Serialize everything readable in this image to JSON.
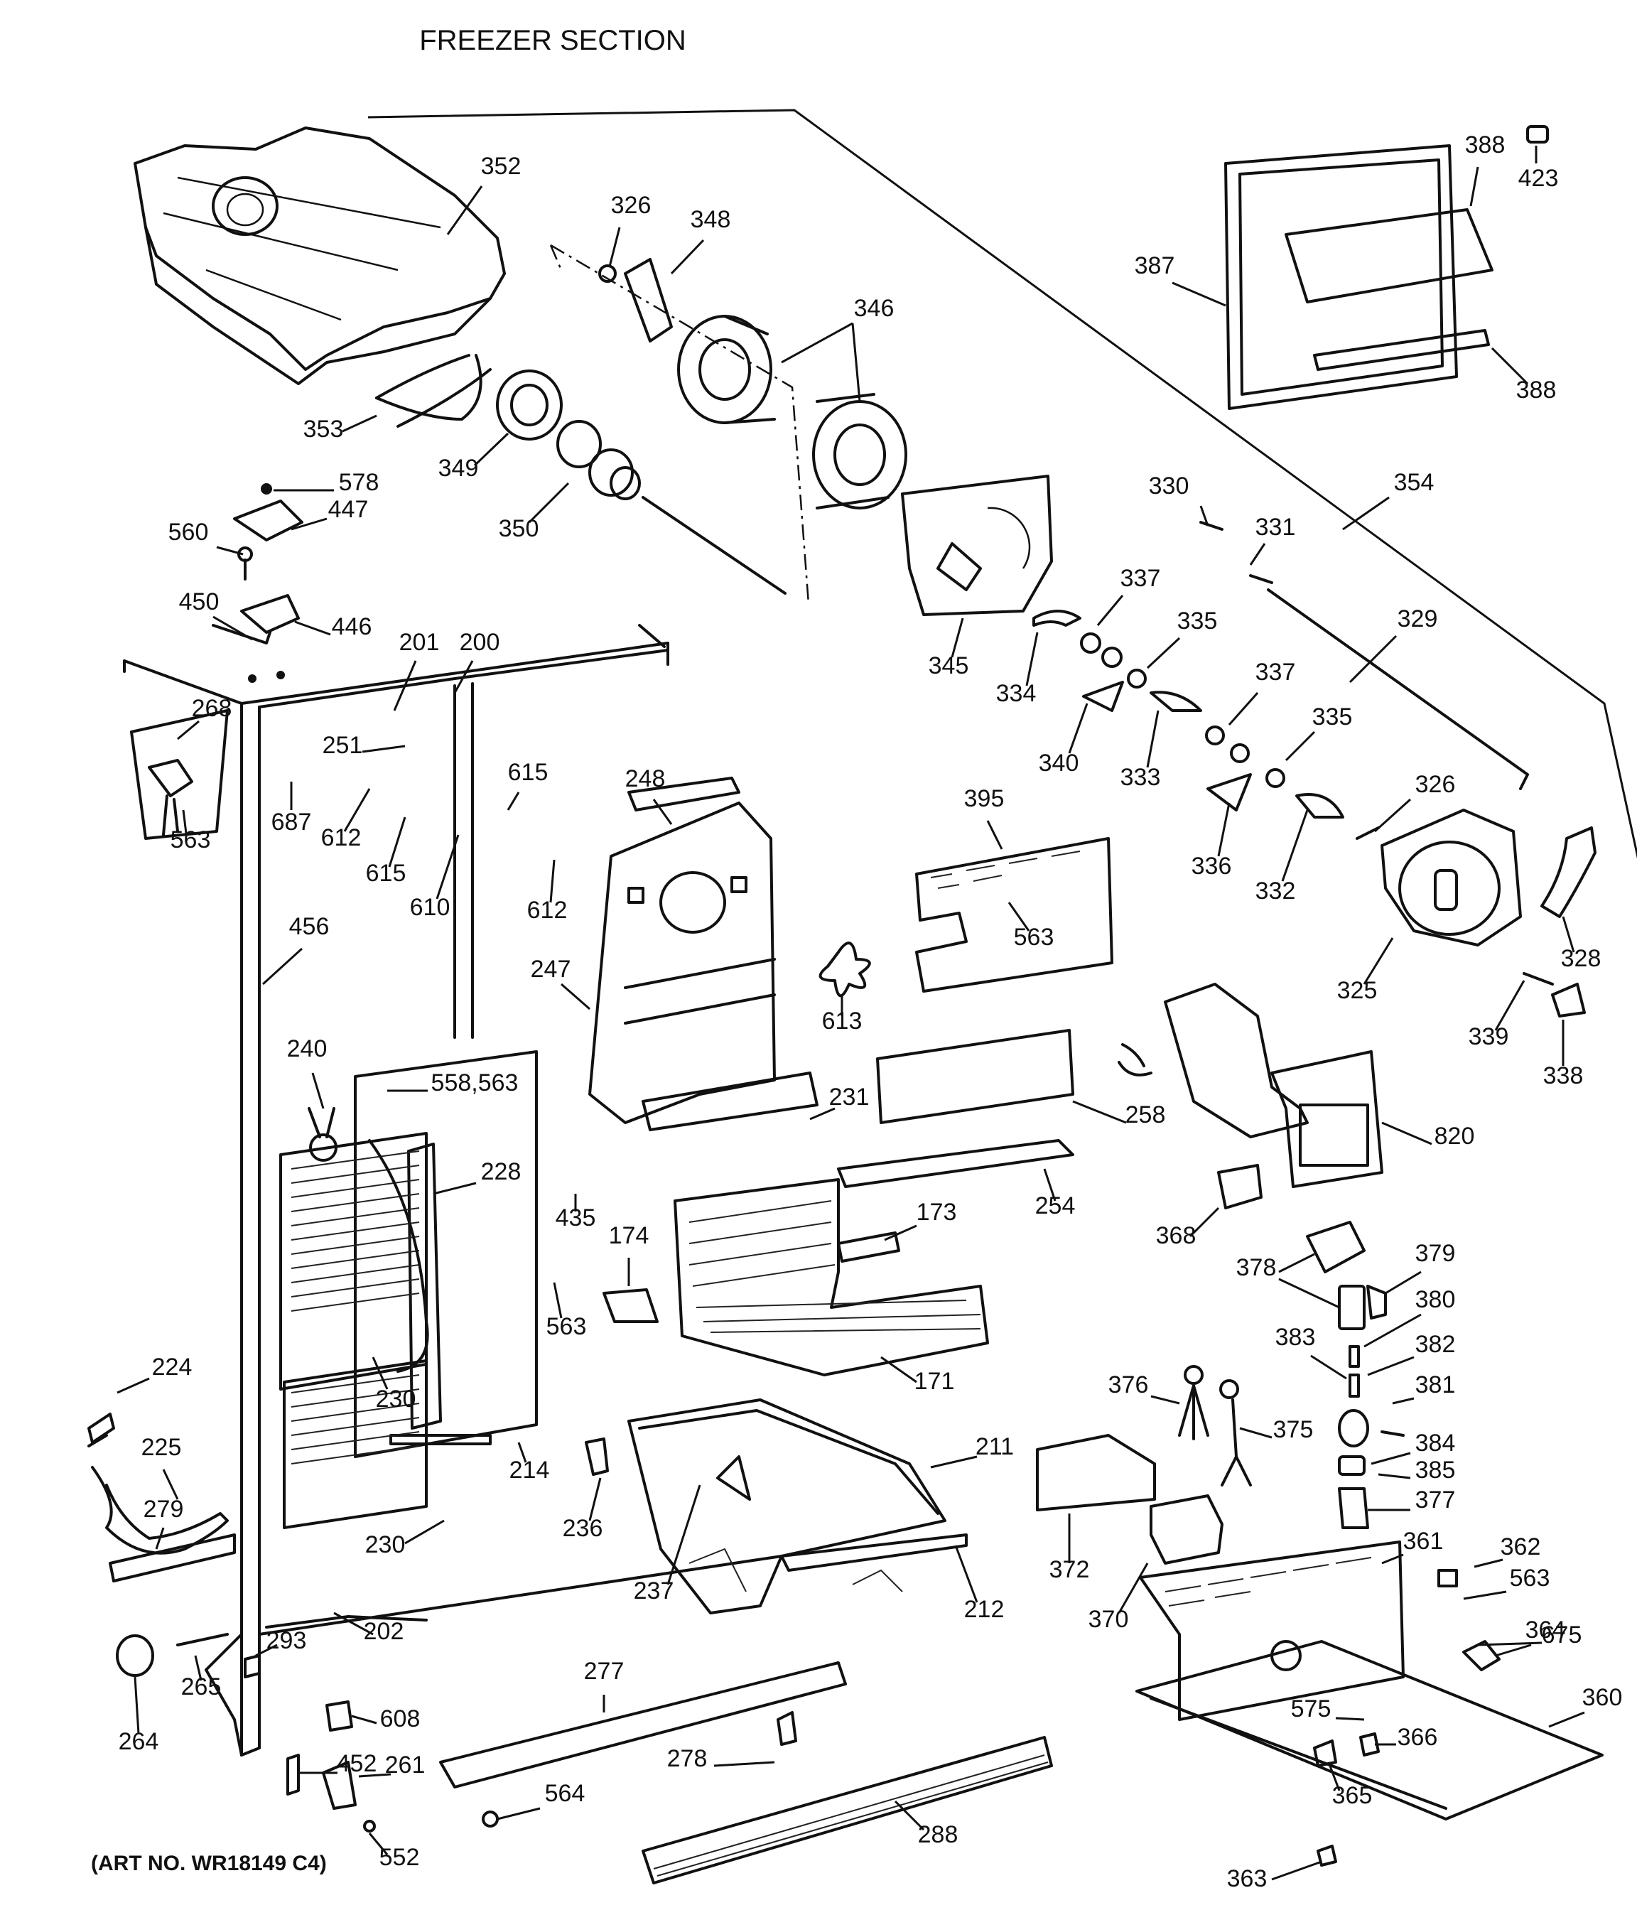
{
  "title": "FREEZER SECTION",
  "art_number": "(ART NO. WR18149 C4)",
  "callouts": [
    {
      "id": "352",
      "text": "352"
    },
    {
      "id": "326a",
      "text": "326"
    },
    {
      "id": "348",
      "text": "348"
    },
    {
      "id": "346",
      "text": "346"
    },
    {
      "id": "388a",
      "text": "388"
    },
    {
      "id": "423",
      "text": "423"
    },
    {
      "id": "387",
      "text": "387"
    },
    {
      "id": "388b",
      "text": "388"
    },
    {
      "id": "353",
      "text": "353"
    },
    {
      "id": "349",
      "text": "349"
    },
    {
      "id": "350",
      "text": "350"
    },
    {
      "id": "578",
      "text": "578"
    },
    {
      "id": "447",
      "text": "447"
    },
    {
      "id": "560",
      "text": "560"
    },
    {
      "id": "450",
      "text": "450"
    },
    {
      "id": "446",
      "text": "446"
    },
    {
      "id": "330",
      "text": "330"
    },
    {
      "id": "354",
      "text": "354"
    },
    {
      "id": "331",
      "text": "331"
    },
    {
      "id": "337a",
      "text": "337"
    },
    {
      "id": "335a",
      "text": "335"
    },
    {
      "id": "329",
      "text": "329"
    },
    {
      "id": "345",
      "text": "345"
    },
    {
      "id": "334",
      "text": "334"
    },
    {
      "id": "337b",
      "text": "337"
    },
    {
      "id": "335b",
      "text": "335"
    },
    {
      "id": "340",
      "text": "340"
    },
    {
      "id": "333",
      "text": "333"
    },
    {
      "id": "326b",
      "text": "326"
    },
    {
      "id": "336",
      "text": "336"
    },
    {
      "id": "332",
      "text": "332"
    },
    {
      "id": "325",
      "text": "325"
    },
    {
      "id": "328",
      "text": "328"
    },
    {
      "id": "339",
      "text": "339"
    },
    {
      "id": "338",
      "text": "338"
    },
    {
      "id": "201",
      "text": "201"
    },
    {
      "id": "200",
      "text": "200"
    },
    {
      "id": "268",
      "text": "268"
    },
    {
      "id": "563a",
      "text": "563"
    },
    {
      "id": "251",
      "text": "251"
    },
    {
      "id": "687",
      "text": "687"
    },
    {
      "id": "612a",
      "text": "612"
    },
    {
      "id": "615a",
      "text": "615"
    },
    {
      "id": "615b",
      "text": "615"
    },
    {
      "id": "610",
      "text": "610"
    },
    {
      "id": "612b",
      "text": "612"
    },
    {
      "id": "248",
      "text": "248"
    },
    {
      "id": "395",
      "text": "395"
    },
    {
      "id": "563b",
      "text": "563"
    },
    {
      "id": "456",
      "text": "456"
    },
    {
      "id": "247",
      "text": "247"
    },
    {
      "id": "613",
      "text": "613"
    },
    {
      "id": "240",
      "text": "240"
    },
    {
      "id": "558_563",
      "text": "558,563"
    },
    {
      "id": "231",
      "text": "231"
    },
    {
      "id": "258",
      "text": "258"
    },
    {
      "id": "820",
      "text": "820"
    },
    {
      "id": "228",
      "text": "228"
    },
    {
      "id": "435",
      "text": "435"
    },
    {
      "id": "254",
      "text": "254"
    },
    {
      "id": "368",
      "text": "368"
    },
    {
      "id": "174",
      "text": "174"
    },
    {
      "id": "173",
      "text": "173"
    },
    {
      "id": "378",
      "text": "378"
    },
    {
      "id": "379",
      "text": "379"
    },
    {
      "id": "563c",
      "text": "563"
    },
    {
      "id": "380",
      "text": "380"
    },
    {
      "id": "224",
      "text": "224"
    },
    {
      "id": "230a",
      "text": "230"
    },
    {
      "id": "171",
      "text": "171"
    },
    {
      "id": "376",
      "text": "376"
    },
    {
      "id": "383",
      "text": "383"
    },
    {
      "id": "382",
      "text": "382"
    },
    {
      "id": "381",
      "text": "381"
    },
    {
      "id": "375",
      "text": "375"
    },
    {
      "id": "225",
      "text": "225"
    },
    {
      "id": "214",
      "text": "214"
    },
    {
      "id": "211",
      "text": "211"
    },
    {
      "id": "384",
      "text": "384"
    },
    {
      "id": "385",
      "text": "385"
    },
    {
      "id": "279",
      "text": "279"
    },
    {
      "id": "236",
      "text": "236"
    },
    {
      "id": "377",
      "text": "377"
    },
    {
      "id": "230b",
      "text": "230"
    },
    {
      "id": "361",
      "text": "361"
    },
    {
      "id": "372",
      "text": "372"
    },
    {
      "id": "362",
      "text": "362"
    },
    {
      "id": "563d",
      "text": "563"
    },
    {
      "id": "237",
      "text": "237"
    },
    {
      "id": "212",
      "text": "212"
    },
    {
      "id": "370",
      "text": "370"
    },
    {
      "id": "202",
      "text": "202"
    },
    {
      "id": "293",
      "text": "293"
    },
    {
      "id": "265",
      "text": "265"
    },
    {
      "id": "675",
      "text": "675"
    },
    {
      "id": "364",
      "text": "364"
    },
    {
      "id": "277",
      "text": "277"
    },
    {
      "id": "608",
      "text": "608"
    },
    {
      "id": "360",
      "text": "360"
    },
    {
      "id": "575",
      "text": "575"
    },
    {
      "id": "264",
      "text": "264"
    },
    {
      "id": "452",
      "text": "452"
    },
    {
      "id": "261",
      "text": "261"
    },
    {
      "id": "278",
      "text": "278"
    },
    {
      "id": "366",
      "text": "366"
    },
    {
      "id": "564",
      "text": "564"
    },
    {
      "id": "365",
      "text": "365"
    },
    {
      "id": "288",
      "text": "288"
    },
    {
      "id": "552",
      "text": "552"
    },
    {
      "id": "363",
      "text": "363"
    }
  ]
}
